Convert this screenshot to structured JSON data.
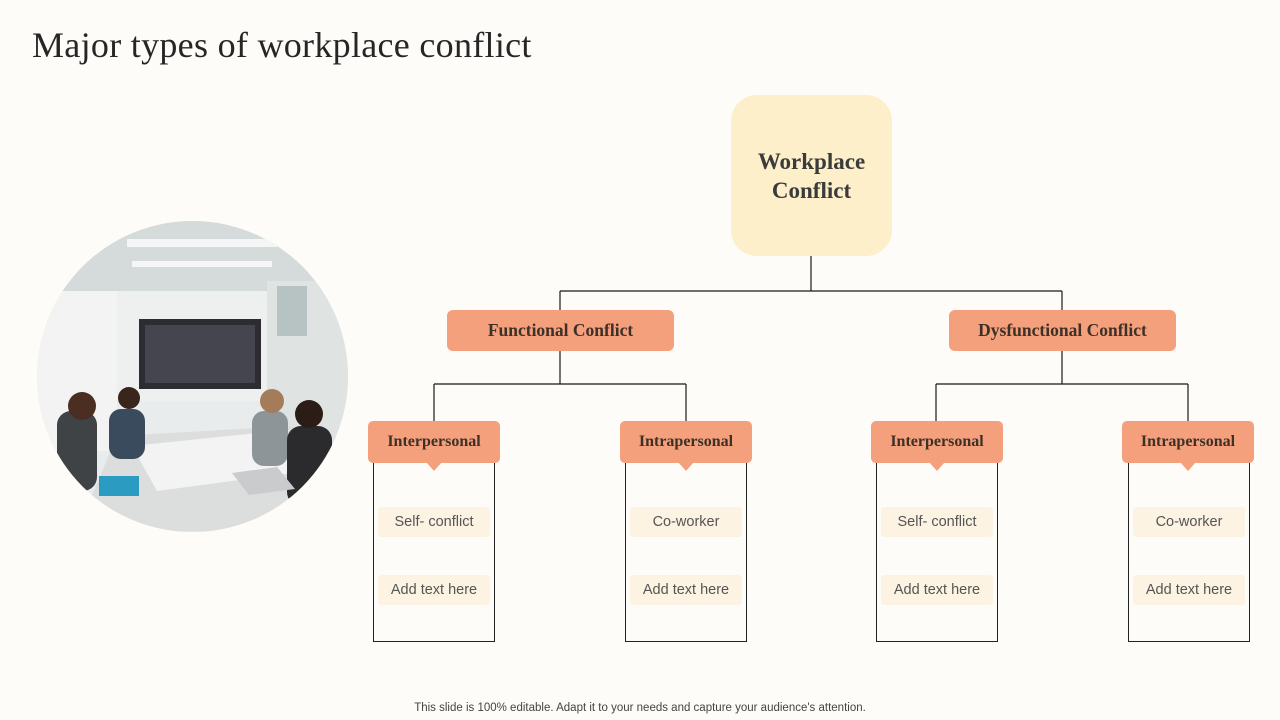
{
  "slide": {
    "title": "Major types of workplace conflict",
    "footer": "This slide is 100% editable. Adapt it to your needs and capture your audience's attention."
  },
  "diagram": {
    "root": {
      "label_line1": "Workplace",
      "label_line2": "Conflict"
    },
    "branches": [
      {
        "label": "Functional Conflict",
        "children": [
          {
            "label": "Interpersonal",
            "items": [
              "Self- conflict",
              "Add text here"
            ]
          },
          {
            "label": "Intrapersonal",
            "items": [
              "Co-worker",
              "Add text here"
            ]
          }
        ]
      },
      {
        "label": "Dysfunctional Conflict",
        "children": [
          {
            "label": "Interpersonal",
            "items": [
              "Self- conflict",
              "Add text here"
            ]
          },
          {
            "label": "Intrapersonal",
            "items": [
              "Co-worker",
              "Add text here"
            ]
          }
        ]
      }
    ]
  },
  "colors": {
    "root_fill": "#fcefc9",
    "accent": "#f4a07c",
    "item_fill": "#fcf3e2",
    "background": "#fdfcf8"
  },
  "photo": {
    "subject": "team-meeting-photo"
  }
}
